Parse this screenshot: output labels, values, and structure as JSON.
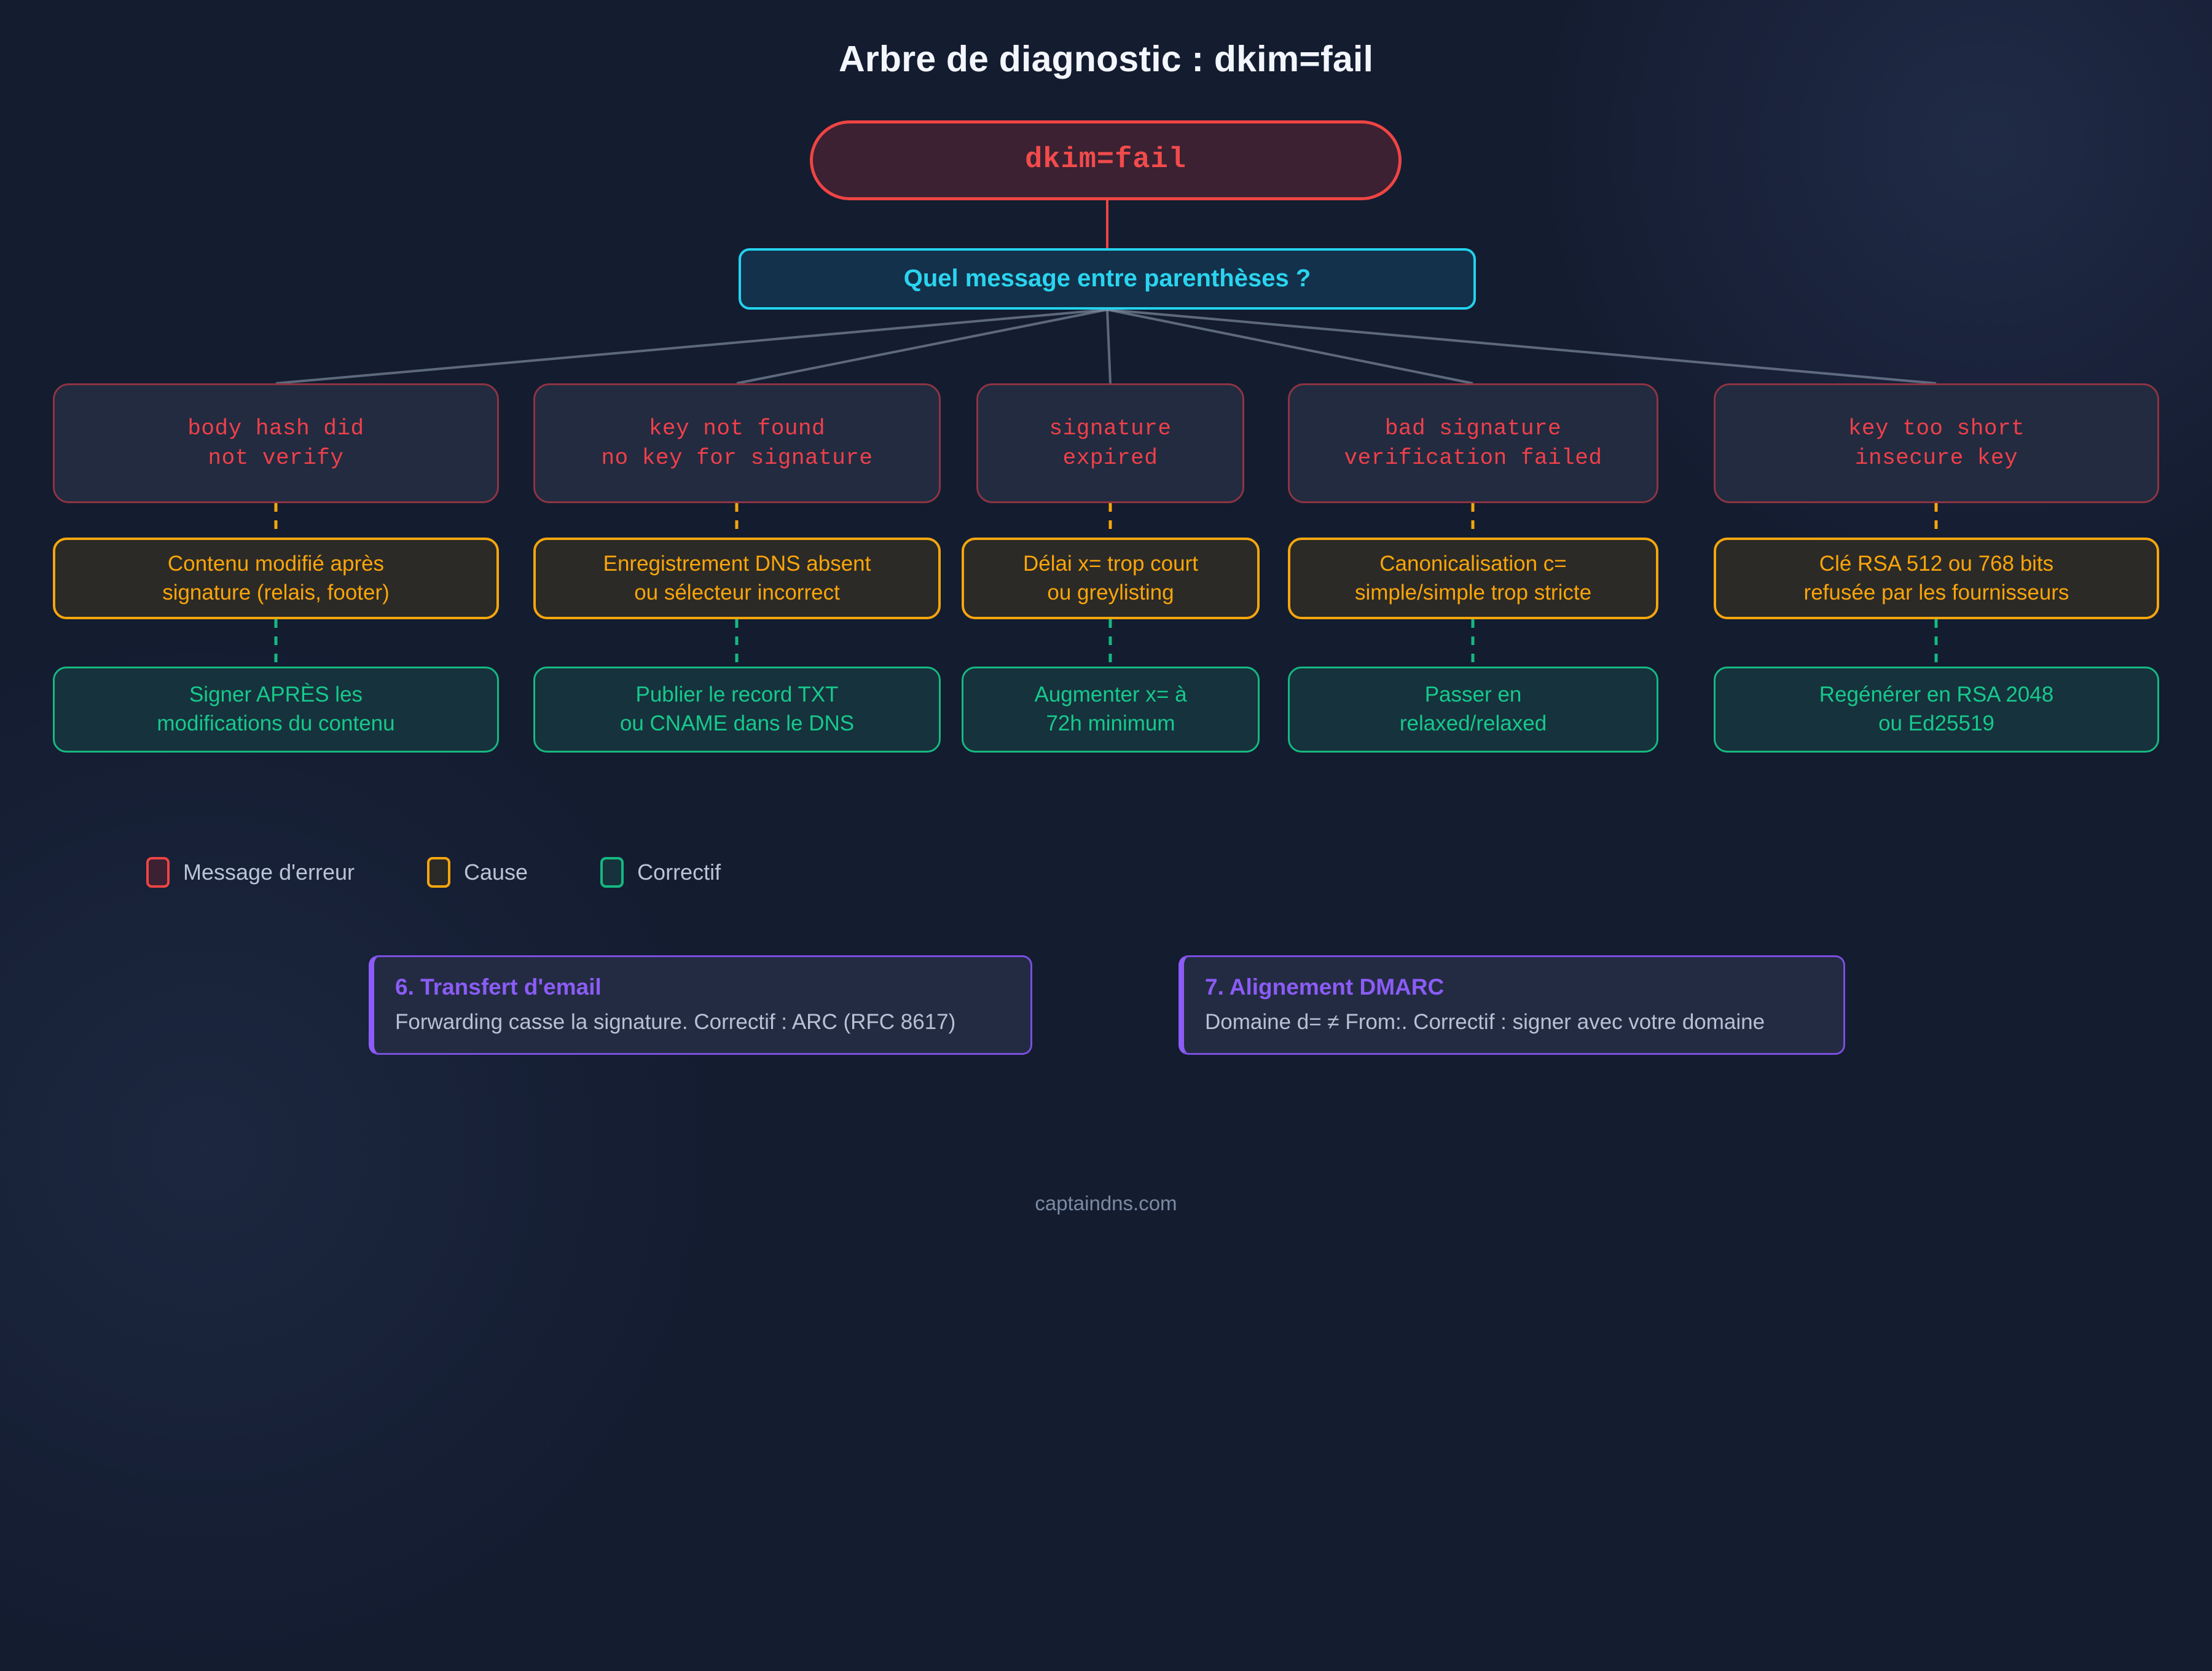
{
  "title": "Arbre de diagnostic : dkim=fail",
  "root": {
    "label": "dkim=fail"
  },
  "decision": {
    "label": "Quel message entre parenthèses ?"
  },
  "colors": {
    "background": "#141c30",
    "error_border": "#ef4444",
    "error_text": "#f0404a",
    "error_fill": "#222b40",
    "decision_border": "#22d3ee",
    "decision_text": "#2ad4ef",
    "cause_border": "#f5a60d",
    "cause_text": "#fba50a",
    "cause_fill": "#2b2a26",
    "fix_border": "#15b981",
    "fix_text": "#16c98c",
    "fix_fill": "#16323c",
    "note_accent": "#8b5cf6",
    "connector": "#8b98ad"
  },
  "branches": [
    {
      "error": "body hash did\nnot verify",
      "cause": "Contenu modifié après\nsignature (relais, footer)",
      "fix": "Signer APRÈS les\nmodifications du contenu"
    },
    {
      "error": "key not found\nno key for signature",
      "cause": "Enregistrement DNS absent\nou sélecteur incorrect",
      "fix": "Publier le record TXT\nou CNAME dans le DNS"
    },
    {
      "error": "signature\nexpired",
      "cause": "Délai x= trop court\nou greylisting",
      "fix": "Augmenter x= à\n72h minimum"
    },
    {
      "error": "bad signature\nverification failed",
      "cause": "Canonicalisation c=\nsimple/simple trop stricte",
      "fix": "Passer en\nrelaxed/relaxed"
    },
    {
      "error": "key too short\ninsecure key",
      "cause": "Clé RSA 512 ou 768 bits\nrefusée par les fournisseurs",
      "fix": "Regénérer en RSA 2048\nou Ed25519"
    }
  ],
  "legend": [
    {
      "label": "Message d'erreur",
      "swatch": "error"
    },
    {
      "label": "Cause",
      "swatch": "cause"
    },
    {
      "label": "Correctif",
      "swatch": "fix"
    }
  ],
  "notes": [
    {
      "title": "6. Transfert d'email",
      "body": "Forwarding casse la signature. Correctif : ARC (RFC 8617)"
    },
    {
      "title": "7. Alignement DMARC",
      "body": "Domaine d= ≠ From:. Correctif : signer avec votre domaine"
    }
  ],
  "footer": "captaindns.com"
}
